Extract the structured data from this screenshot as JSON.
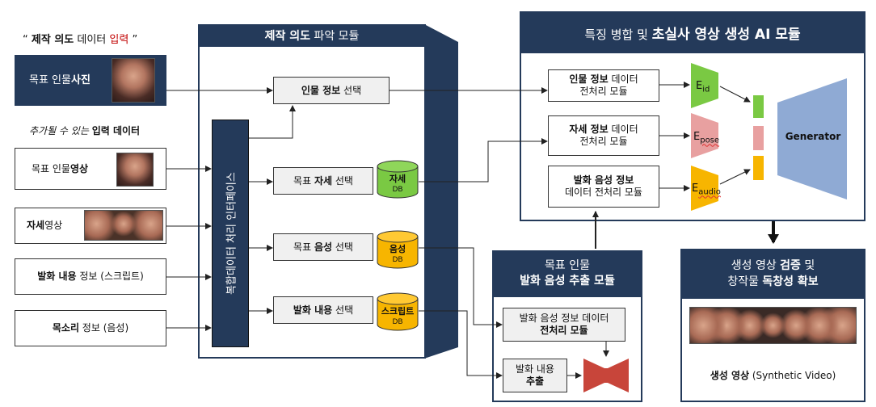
{
  "intent_data_label": {
    "quote_open": "“ ",
    "bold": "제작 의도",
    "mid": " 데이터 ",
    "red": "입력",
    "quote_close": " ”"
  },
  "target_photo": {
    "text": "목표 인물 ",
    "bold": "사진"
  },
  "optional_label": {
    "italic": "추가될 수 있는 ",
    "bold": "입력 데이터"
  },
  "inputs": {
    "target_video": {
      "text": "목표 인물 ",
      "bold": "영상"
    },
    "pose_video": {
      "bold": "자세",
      "text": " 영상"
    },
    "script": {
      "bold": "발화 내용",
      "text": " 정보 (스크립트)"
    },
    "voice": {
      "bold": "목소리",
      "text": " 정보 (음성)"
    }
  },
  "intent_module": {
    "title_bold": "제작 의도",
    "title_rest": " 파악 모듈",
    "interface": "복합데이터 처리 인터페이스",
    "person_select": {
      "bold": "인물 정보",
      "text": " 선택"
    },
    "pose_select": {
      "text": "목표 ",
      "bold": "자세",
      "text2": " 선택"
    },
    "voice_select": {
      "text": "목표 ",
      "bold": "음성",
      "text2": " 선택"
    },
    "script_select": {
      "bold": "발화 내용",
      "text": " 선택"
    },
    "db_pose": {
      "name": "자세",
      "db": "DB"
    },
    "db_voice": {
      "name": "음성",
      "db": "DB"
    },
    "db_script": {
      "name": "스크립트",
      "db": "DB"
    }
  },
  "generation_module": {
    "title_plain": "특징 병합 및 ",
    "title_bold": "초실사 영상 생성 AI 모듈",
    "id_pre": {
      "bold": "인물 정보",
      "text": " 데이터",
      "line2": "전처리 모듈"
    },
    "pose_pre": {
      "bold": "자세 정보",
      "text": " 데이터",
      "line2": "전처리 모듈"
    },
    "audio_pre": {
      "bold": "발화 음성 정보",
      "line2": "데이터 전처리 모듈"
    },
    "enc_id": {
      "main": "E",
      "sub": "id"
    },
    "enc_pose": {
      "main": "E",
      "sub": "pose"
    },
    "enc_audio": {
      "main": "E",
      "sub": "audio"
    },
    "generator": "Generator"
  },
  "extract_module": {
    "title_line1": "목표 인물",
    "title_line2": "발화 음성 추출 모듈",
    "box1_line1": "발화 음성 정보 데이터",
    "box1_line2": "전처리 모듈",
    "box2_line1": "발화 내용",
    "box2_line2": "추출"
  },
  "verify_module": {
    "title_line1": {
      "text": "생성 영상 ",
      "bold": "검증",
      "text2": " 및"
    },
    "title_line2": {
      "text": "창작물 ",
      "bold": "독창성 확보"
    },
    "caption": {
      "bold": "생성 영상",
      "text": " (Synthetic Video)"
    }
  },
  "colors": {
    "navy": "#243a5a",
    "green": "#7ac943",
    "yellow": "#f7b500",
    "pink": "#e8a0a0",
    "generator": "#8faad4",
    "extract_red": "#c8453a",
    "red_text": "#c00000"
  }
}
